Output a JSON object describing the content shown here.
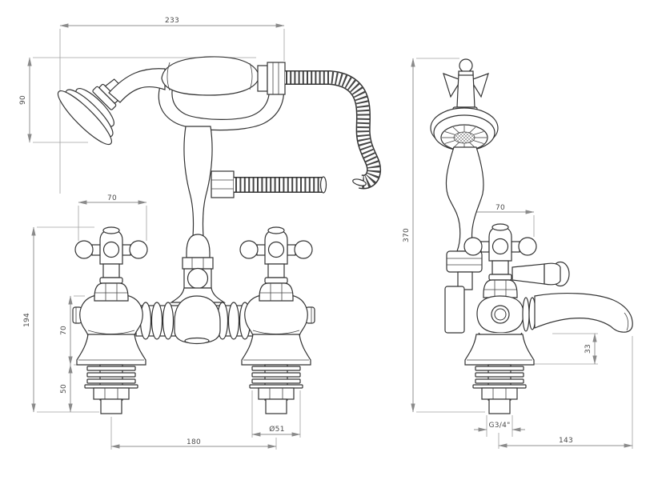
{
  "drawing": {
    "type": "technical-drawing",
    "subject": "traditional bath shower mixer tap, front and side elevations",
    "units": "mm",
    "front_view": {
      "dim_handset_length": "233",
      "dim_handset_height": "90",
      "dim_handle_width": "70",
      "dim_overall_height": "194",
      "dim_body_height": "70",
      "dim_base_height": "50",
      "dim_tap_centres": "180",
      "dim_flange_diameter": "Ø51"
    },
    "side_view": {
      "dim_overall_height": "370",
      "dim_handle_width": "70",
      "dim_spout_clearance": "33",
      "dim_inlet_thread": "G3/4\"",
      "dim_spout_reach": "143"
    }
  }
}
